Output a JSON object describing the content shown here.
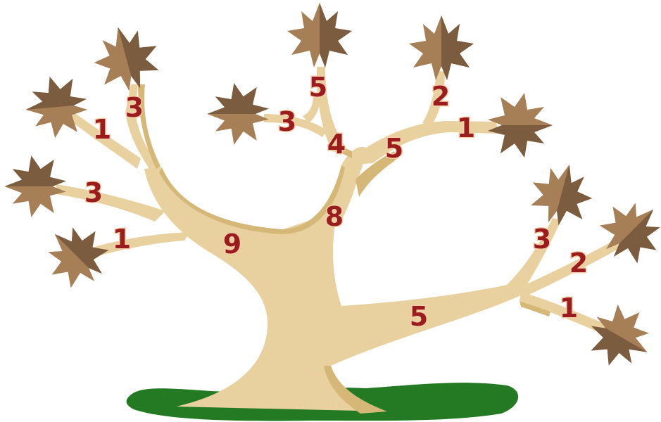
{
  "colors": {
    "bark": "#e8d19f",
    "bark_shadow": "#d5b878",
    "leaf_light": "#a67f56",
    "leaf_dark": "#7c5c3e",
    "grass": "#237a23",
    "number_fill": "#9b1c1c",
    "number_outline": "#f4cfa9"
  },
  "branch_labels": {
    "trunk_left": "9",
    "trunk_center": "8",
    "right_main": "5",
    "right_upper_center": "4",
    "right_upper_mid": "5",
    "top_center": "5",
    "top_left_small": "3",
    "top_right_upper": "2",
    "top_right_side": "1",
    "left_upper_top": "3",
    "left_upper_side": "1",
    "left_middle": "3",
    "left_lower": "1",
    "right_fork_top": "3",
    "right_fork_mid": "2",
    "right_fork_low": "1"
  },
  "leaves": [
    {
      "name": "leaf-left-top"
    },
    {
      "name": "leaf-left-upper"
    },
    {
      "name": "leaf-left-middle"
    },
    {
      "name": "leaf-left-lower"
    },
    {
      "name": "leaf-center-left"
    },
    {
      "name": "leaf-top-center"
    },
    {
      "name": "leaf-top-right"
    },
    {
      "name": "leaf-right-upper"
    },
    {
      "name": "leaf-right-fork-top"
    },
    {
      "name": "leaf-right-fork-mid"
    },
    {
      "name": "leaf-right-fork-low"
    }
  ]
}
